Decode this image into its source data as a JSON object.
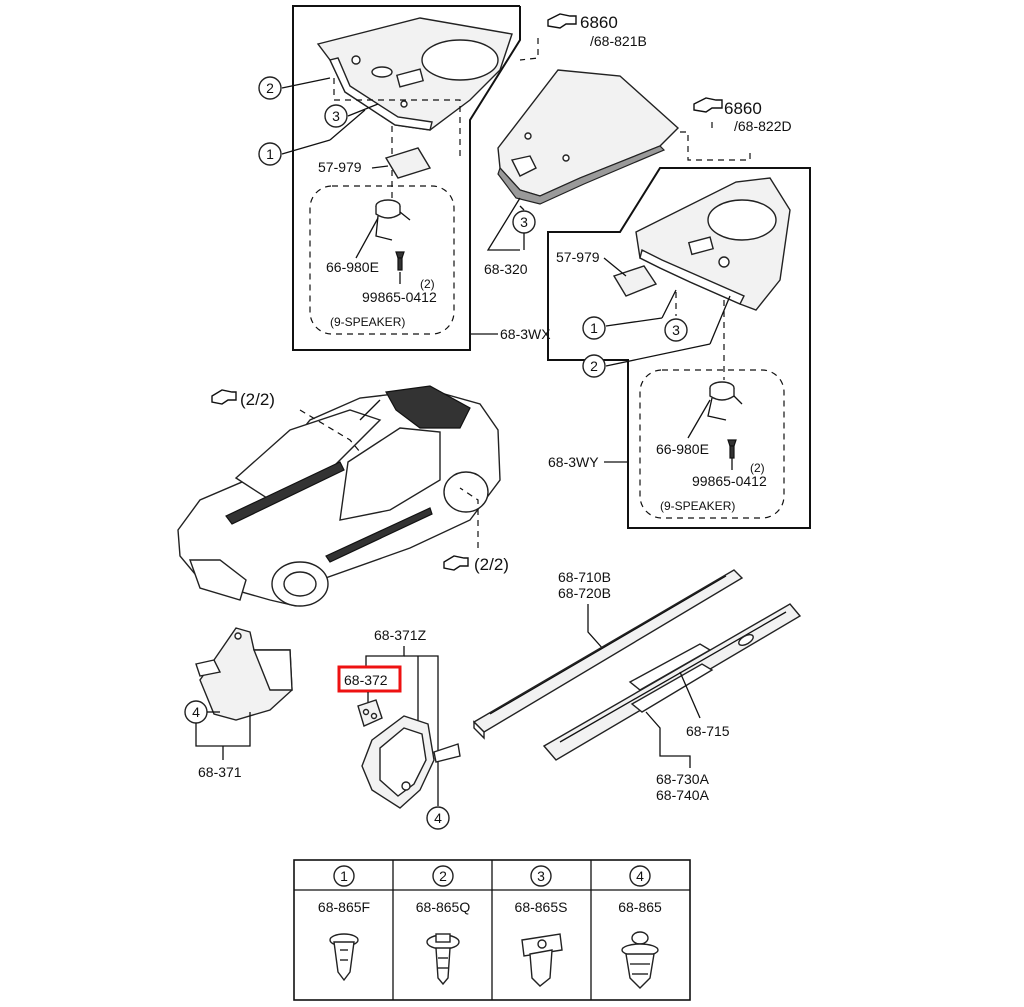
{
  "callouts": {
    "top_ref_code": "6860",
    "top_ref_sub": "/68-821B",
    "right_ref_code": "6860",
    "right_ref_sub": "/68-822D",
    "car_ref_upper": "(2/2)",
    "car_ref_lower": "(2/2)"
  },
  "left_trim_panel": {
    "fastener_1": "1",
    "fastener_2": "2",
    "fastener_3": "3",
    "part_57979": "57-979",
    "speaker": "66-980E",
    "screw": "99865-0412",
    "screw_qty": "(2)",
    "option_note": "(9-SPEAKER)",
    "assembly": "68-3WX"
  },
  "center_panel": {
    "fastener_3": "3",
    "part": "68-320"
  },
  "right_trim_panel": {
    "part_57979": "57-979",
    "fastener_1": "1",
    "fastener_2": "2",
    "fastener_3": "3",
    "speaker": "66-980E",
    "screw": "99865-0412",
    "screw_qty": "(2)",
    "option_note": "(9-SPEAKER)",
    "assembly": "68-3WY"
  },
  "lower_parts": {
    "left_cover_fastener": "4",
    "left_cover": "68-371",
    "right_cover": "68-371Z",
    "bracket_highlighted": "68-372",
    "right_cover_fastener": "4",
    "scuff_plate_upper_1": "68-710B",
    "scuff_plate_upper_2": "68-720B",
    "emblem": "68-715",
    "scuff_plate_lower_1": "68-730A",
    "scuff_plate_lower_2": "68-740A"
  },
  "legend_table": {
    "columns": [
      {
        "num": "1",
        "part": "68-865F"
      },
      {
        "num": "2",
        "part": "68-865Q"
      },
      {
        "num": "3",
        "part": "68-865S"
      },
      {
        "num": "4",
        "part": "68-865"
      }
    ]
  },
  "colors": {
    "highlight": "#e11111",
    "ink": "#111111"
  }
}
